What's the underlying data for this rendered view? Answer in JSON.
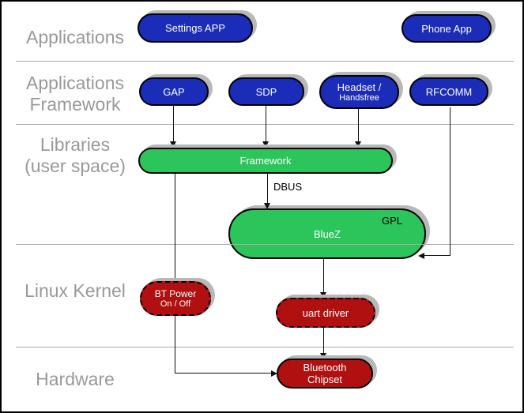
{
  "diagram": {
    "layers": [
      {
        "id": "applications",
        "lines": [
          "Applications"
        ]
      },
      {
        "id": "app-framework",
        "lines": [
          "Applications",
          "Framework"
        ]
      },
      {
        "id": "libraries",
        "lines": [
          "Libraries",
          "(user space)"
        ]
      },
      {
        "id": "linux-kernel",
        "lines": [
          "Linux Kernel"
        ]
      },
      {
        "id": "hardware",
        "lines": [
          "Hardware"
        ]
      }
    ],
    "nodes": {
      "settings_app": {
        "label": "Settings APP"
      },
      "phone_app": {
        "label": "Phone App"
      },
      "gap": {
        "label": "GAP"
      },
      "sdp": {
        "label": "SDP"
      },
      "headset": {
        "line1": "Headset /",
        "line2": "Handsfree"
      },
      "rfcomm": {
        "label": "RFCOMM"
      },
      "framework": {
        "label": "Framework"
      },
      "bluez": {
        "label": "BlueZ",
        "badge": "GPL"
      },
      "bt_power": {
        "line1": "BT Power",
        "line2": "On / Off"
      },
      "uart": {
        "label": "uart driver"
      },
      "chipset": {
        "line1": "Bluetooth",
        "line2": "Chipset"
      }
    },
    "edge_labels": {
      "dbus": "DBUS"
    },
    "colors": {
      "app_blue": "#1b2cb8",
      "lib_green": "#2cc55c",
      "kernel_red": "#b01010",
      "layer_label_gray": "#999999",
      "divider_gray": "#aaaaaa",
      "shadow_gray": "#b8b8b8"
    }
  }
}
